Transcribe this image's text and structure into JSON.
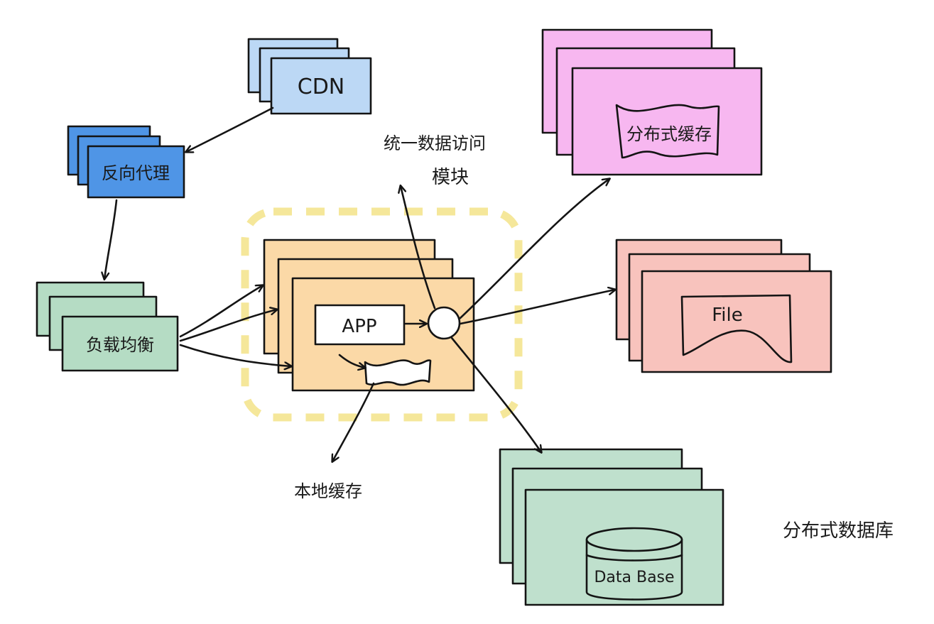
{
  "colors": {
    "cdn": "#bcd8f5",
    "proxy": "#4f95e6",
    "load_balancer": "#b5dcc4",
    "app_server": "#fbd9a7",
    "dashed_boundary": "#f5e79a",
    "distributed_cache": "#f7b7f0",
    "file_server": "#f8c3bd",
    "database": "#bfe0cd",
    "ink": "#141414"
  },
  "nodes": {
    "cdn": {
      "label": "CDN"
    },
    "reverse_proxy": {
      "label": "反向代理"
    },
    "load_balancer": {
      "label": "负载均衡"
    },
    "app": {
      "label": "APP"
    },
    "local_cache": {
      "label": "本地缓存"
    },
    "data_access_module": {
      "label_line1": "统一数据访问",
      "label_line2": "模块"
    },
    "distributed_cache": {
      "label": "分布式缓存"
    },
    "file": {
      "label": "File"
    },
    "database": {
      "label": "Data Base"
    },
    "distributed_database": {
      "label": "分布式数据库"
    }
  }
}
